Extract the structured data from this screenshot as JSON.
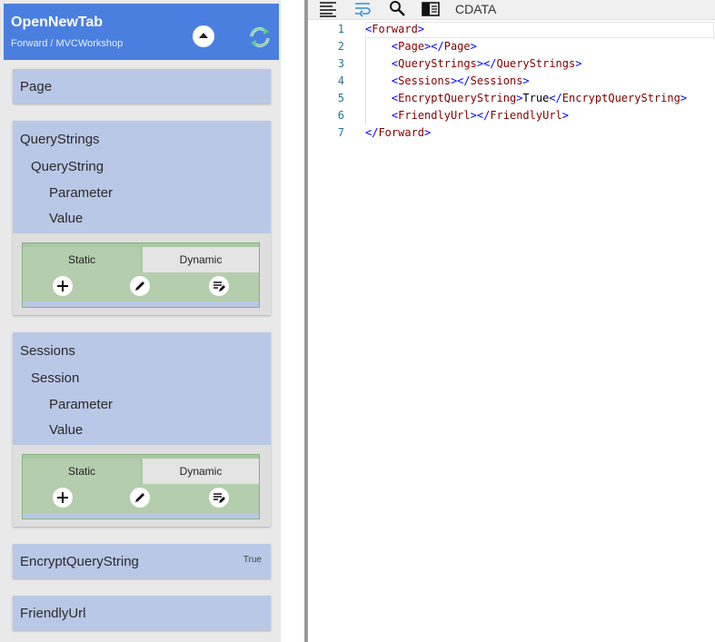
{
  "header": {
    "title": "OpenNewTab",
    "breadcrumb": "Forward / MVCWorkshop"
  },
  "sections": {
    "page": {
      "label": "Page"
    },
    "querystrings": {
      "label": "QueryStrings",
      "child": "QueryString",
      "parameter": "Parameter",
      "value": "Value",
      "tab_static": "Static",
      "tab_dynamic": "Dynamic"
    },
    "sessions": {
      "label": "Sessions",
      "child": "Session",
      "parameter": "Parameter",
      "value": "Value",
      "tab_static": "Static",
      "tab_dynamic": "Dynamic"
    },
    "encrypt": {
      "label": "EncryptQueryString",
      "badge": "True"
    },
    "friendly": {
      "label": "FriendlyUrl"
    }
  },
  "toolbar": {
    "icons": [
      "format-icon",
      "word-wrap-icon",
      "search-icon",
      "panel-toggle-icon"
    ],
    "cdata_label": "CDATA"
  },
  "editor": {
    "line_numbers": [
      "1",
      "2",
      "3",
      "4",
      "5",
      "6",
      "7"
    ],
    "lines": [
      {
        "indent": "",
        "parts": [
          [
            "br",
            "<"
          ],
          [
            "tag",
            "Forward"
          ],
          [
            "br",
            ">"
          ]
        ]
      },
      {
        "indent": "    ",
        "parts": [
          [
            "br",
            "<"
          ],
          [
            "tag",
            "Page"
          ],
          [
            "br",
            "></"
          ],
          [
            "tag",
            "Page"
          ],
          [
            "br",
            ">"
          ]
        ]
      },
      {
        "indent": "    ",
        "parts": [
          [
            "br",
            "<"
          ],
          [
            "tag",
            "QueryStrings"
          ],
          [
            "br",
            "></"
          ],
          [
            "tag",
            "QueryStrings"
          ],
          [
            "br",
            ">"
          ]
        ]
      },
      {
        "indent": "    ",
        "parts": [
          [
            "br",
            "<"
          ],
          [
            "tag",
            "Sessions"
          ],
          [
            "br",
            "></"
          ],
          [
            "tag",
            "Sessions"
          ],
          [
            "br",
            ">"
          ]
        ]
      },
      {
        "indent": "    ",
        "parts": [
          [
            "br",
            "<"
          ],
          [
            "tag",
            "EncryptQueryString"
          ],
          [
            "br",
            ">"
          ],
          [
            "txt",
            "True"
          ],
          [
            "br",
            "</"
          ],
          [
            "tag",
            "EncryptQueryString"
          ],
          [
            "br",
            ">"
          ]
        ]
      },
      {
        "indent": "    ",
        "parts": [
          [
            "br",
            "<"
          ],
          [
            "tag",
            "FriendlyUrl"
          ],
          [
            "br",
            "></"
          ],
          [
            "tag",
            "FriendlyUrl"
          ],
          [
            "br",
            ">"
          ]
        ]
      },
      {
        "indent": "",
        "parts": [
          [
            "br",
            "</"
          ],
          [
            "tag",
            "Forward"
          ],
          [
            "br",
            ">"
          ]
        ]
      }
    ]
  },
  "colors": {
    "header_bg": "#4a7fe0",
    "section_bg": "#b9c8e6",
    "widget_green": "#a9c7a3",
    "xml_tag": "#800000",
    "xml_bracket": "#0000ff",
    "line_number": "#237893"
  }
}
